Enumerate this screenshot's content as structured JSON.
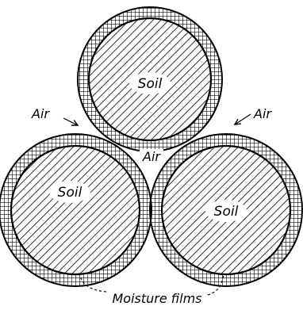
{
  "diagram": {
    "particles": [
      {
        "id": "top",
        "label": "Soil"
      },
      {
        "id": "left",
        "label": "Soil"
      },
      {
        "id": "right",
        "label": "Soil"
      }
    ],
    "air_labels": {
      "left": "Air",
      "right": "Air",
      "center": "Air"
    },
    "moisture_label": "Moisture films",
    "colors": {
      "ink": "#000000",
      "paper": "#ffffff"
    }
  }
}
